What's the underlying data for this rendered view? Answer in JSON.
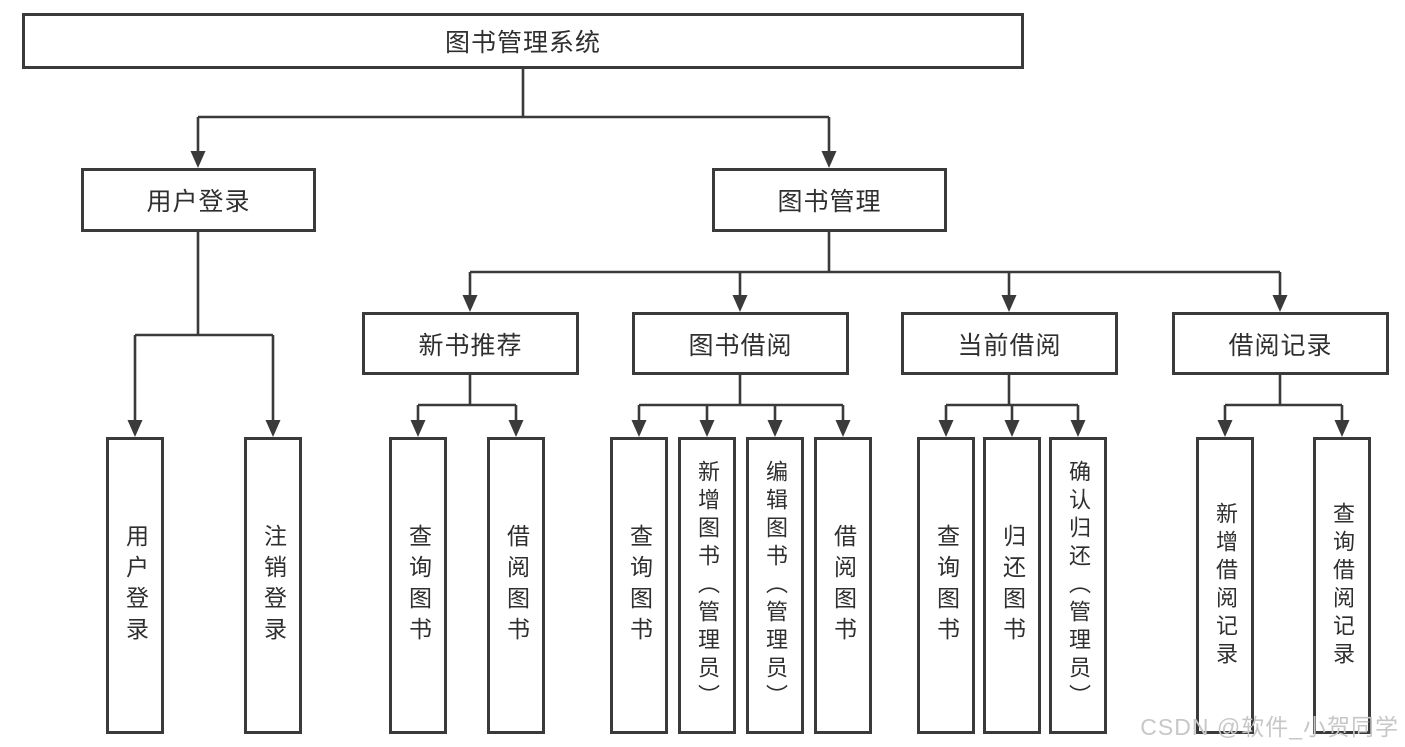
{
  "tree": {
    "label": "图书管理系统",
    "children": [
      {
        "label": "用户登录",
        "children": [
          {
            "label": "用户登录"
          },
          {
            "label": "注销登录"
          }
        ]
      },
      {
        "label": "图书管理",
        "children": [
          {
            "label": "新书推荐",
            "children": [
              {
                "label": "查询图书"
              },
              {
                "label": "借阅图书"
              }
            ]
          },
          {
            "label": "图书借阅",
            "children": [
              {
                "label": "查询图书"
              },
              {
                "label": "新增图书（管理员）"
              },
              {
                "label": "编辑图书（管理员）"
              },
              {
                "label": "借阅图书"
              }
            ]
          },
          {
            "label": "当前借阅",
            "children": [
              {
                "label": "查询图书"
              },
              {
                "label": "归还图书"
              },
              {
                "label": "确认归还（管理员）"
              }
            ]
          },
          {
            "label": "借阅记录",
            "children": [
              {
                "label": "新增借阅记录"
              },
              {
                "label": "查询借阅记录"
              }
            ]
          }
        ]
      }
    ]
  },
  "watermark": "CSDN @软件_小贺同学",
  "colors": {
    "line": "#3a3a3a",
    "box_border": "#3a3a3a",
    "text": "#2f2f2f",
    "watermark": "#c7c7c7",
    "background": "#ffffff"
  }
}
